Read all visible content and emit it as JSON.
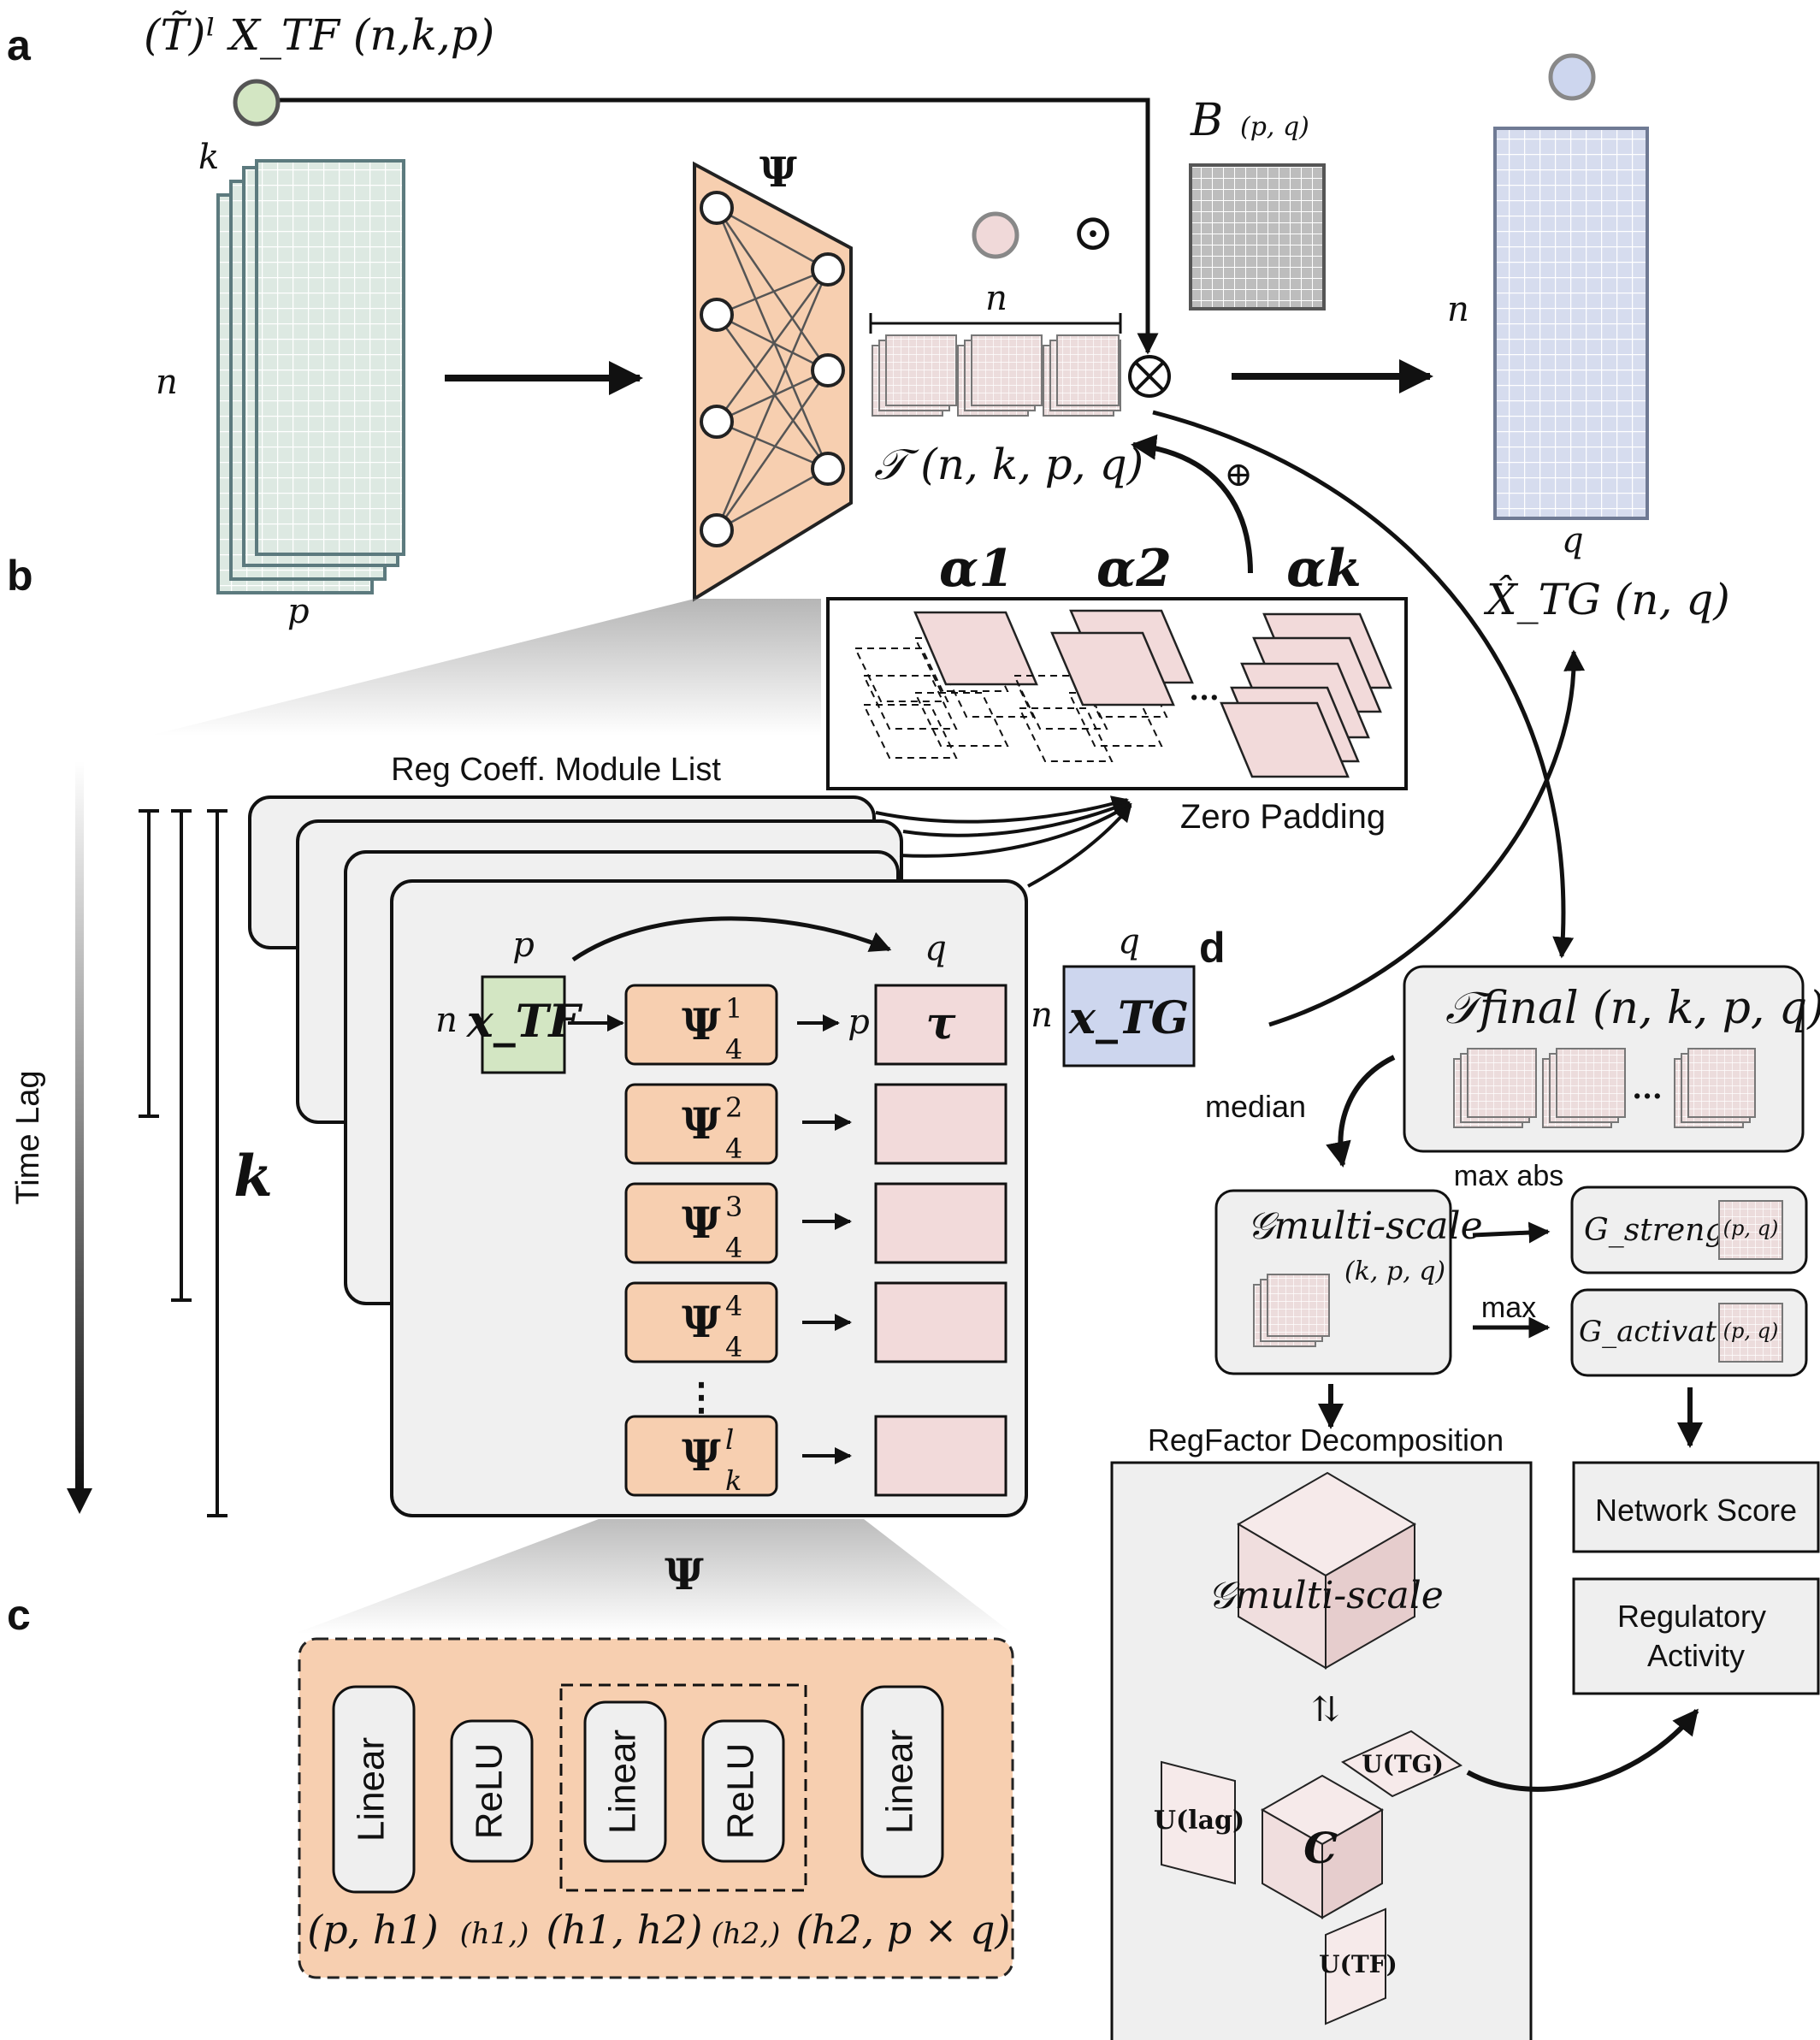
{
  "panels": {
    "a": "a",
    "b": "b",
    "c": "c",
    "d": "d"
  },
  "panel_a": {
    "input_label": "(T̃)ˡ X_TF (n,k,p)",
    "input_dim_k": "k",
    "input_dim_n": "n",
    "input_dim_p": "p",
    "psi_label": "Ψ",
    "tensor_dim_n": "n",
    "tensor_label": "𝒯 (n, k, p, q)",
    "hadamard": "⊙",
    "multiply": "⊗",
    "plus": "⊕",
    "b_matrix_label": "B",
    "b_matrix_dims": "(p, q)",
    "output_dim_n": "n",
    "output_dim_q": "q",
    "output_label": "X̂_TG (n, q)"
  },
  "panel_b": {
    "time_lag_label": "Time Lag",
    "k_label": "k",
    "module_list_label": "Reg Coeff. Module List",
    "zero_padding_label": "Zero Padding",
    "alpha_labels": [
      "α1",
      "α2",
      "αk"
    ],
    "ellipsis": "...",
    "p_label": "p",
    "q_label": "q",
    "n_label": "n",
    "x_tf_label": "x_TF",
    "x_tg_label": "x_TG",
    "tau_label": "τ",
    "psi_blocks": [
      {
        "base": "Ψ",
        "sup": "1",
        "sub": "4"
      },
      {
        "base": "Ψ",
        "sup": "2",
        "sub": "4"
      },
      {
        "base": "Ψ",
        "sup": "3",
        "sub": "4"
      },
      {
        "base": "Ψ",
        "sup": "4",
        "sub": "4"
      },
      {
        "base": "Ψ",
        "sup": "l",
        "sub": "k"
      }
    ],
    "vdots": "⋮"
  },
  "panel_c": {
    "psi_label": "Ψ",
    "layers": [
      {
        "name": "Linear",
        "dims": "(p, h1)"
      },
      {
        "name": "ReLU",
        "dims": "(h1,)"
      },
      {
        "name": "Linear",
        "dims": "(h1, h2)"
      },
      {
        "name": "ReLU",
        "dims": "(h2,)"
      },
      {
        "name": "Linear",
        "dims": "(h2, p × q)"
      }
    ]
  },
  "panel_d": {
    "t_final_label": "𝒯final (n, k, p, q)",
    "median_label": "median",
    "g_multiscale_label": "𝒢multi-scale",
    "g_multiscale_dims": "(k, p, q)",
    "max_abs_label": "max abs",
    "max_label": "max",
    "g_strength_label": "G_strength",
    "g_strength_dims": "(p, q)",
    "g_activation_label": "G_activation",
    "g_activation_dims": "(p, q)",
    "decomposition_label": "RegFactor Decomposition",
    "cube_label": "𝒢multi-scale",
    "swap": "⇅",
    "core_label": "C",
    "u_lag": "U(lag)",
    "u_tg": "U(TG)",
    "u_tf": "U(TF)",
    "network_score": "Network Score",
    "regulatory_activity": "Regulatory Activity"
  },
  "colors": {
    "green_fill": "#d3e6c3",
    "green_matrix": "#dde9e2",
    "peach": "#f7cfb0",
    "pink": "#f2dada",
    "blue": "#cdd6ee",
    "gray_box": "#efefef",
    "gray_matrix": "#bdbdbd"
  }
}
